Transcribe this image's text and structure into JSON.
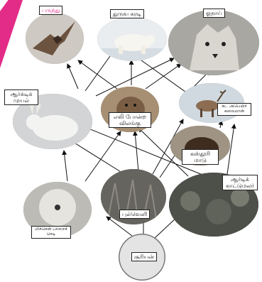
{
  "diagram": {
    "accent_color": "#e0157a",
    "nodes": {
      "bird": {
        "label": "பருந்து",
        "icon": "hawk-in-flight"
      },
      "polar_bear": {
        "label": "துருவ கரடி",
        "icon": "polar-bear"
      },
      "wolf": {
        "label": "ஓநாய்",
        "icon": "wolf"
      },
      "arctic_hare": {
        "label": "ஆர்க்டிக் முயல்",
        "icon": "arctic-hare"
      },
      "lemming": {
        "label": "எலி போன்ற விலங்கு",
        "icon": "lemming"
      },
      "caribou": {
        "label": "கட அபெயிர் கலைமான்",
        "icon": "caribou"
      },
      "musk_ox": {
        "label": "கஸ்தூரி மாடு",
        "icon": "musk-ox"
      },
      "arctic_flower": {
        "label": "ஆர்டிக் காட்டுமலர்",
        "icon": "tundra-shrubs"
      },
      "grassland": {
        "label": "புல்வெளி",
        "icon": "tundra-grass"
      },
      "lichen": {
        "label": "லிச்சென் பாறைச் செடி",
        "icon": "lichen"
      },
      "sun": {
        "label": "சூரியன்",
        "icon": "sun"
      }
    }
  }
}
